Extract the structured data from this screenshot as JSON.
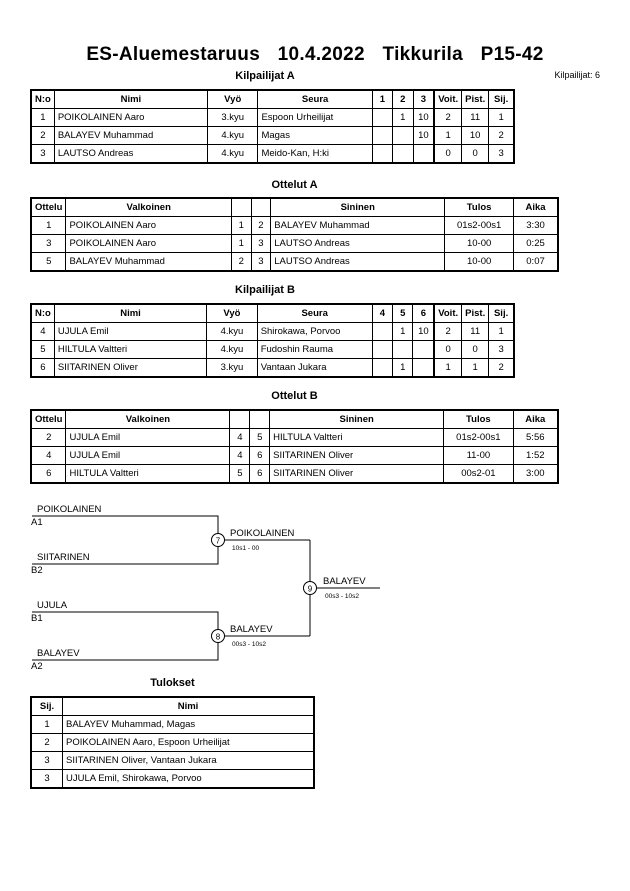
{
  "header": {
    "event": "ES-Aluemestaruus",
    "date": "10.4.2022",
    "place": "Tikkurila",
    "category": "P15-42",
    "competitors_count": "Kilpailijat: 6"
  },
  "pool_a": {
    "title": "Kilpailijat A",
    "columns": [
      "N:o",
      "Nimi",
      "Vyö",
      "Seura",
      "1",
      "2",
      "3",
      "Voit.",
      "Pist.",
      "Sij."
    ],
    "rows": [
      [
        "1",
        "POIKOLAINEN Aaro",
        "3.kyu",
        "Espoon Urheilijat",
        "",
        "1",
        "10",
        "2",
        "11",
        "1"
      ],
      [
        "2",
        "BALAYEV Muhammad",
        "4.kyu",
        "Magas",
        "",
        "",
        "10",
        "1",
        "10",
        "2"
      ],
      [
        "3",
        "LAUTSO Andreas",
        "4.kyu",
        "Meido-Kan, H:ki",
        "",
        "",
        "",
        "0",
        "0",
        "3"
      ]
    ]
  },
  "matches_a": {
    "title": "Ottelut A",
    "columns": [
      "Ottelu",
      "Valkoinen",
      "",
      "",
      "Sininen",
      "Tulos",
      "Aika"
    ],
    "rows": [
      [
        "1",
        "POIKOLAINEN Aaro",
        "1",
        "2",
        "BALAYEV Muhammad",
        "01s2-00s1",
        "3:30"
      ],
      [
        "3",
        "POIKOLAINEN Aaro",
        "1",
        "3",
        "LAUTSO Andreas",
        "10-00",
        "0:25"
      ],
      [
        "5",
        "BALAYEV Muhammad",
        "2",
        "3",
        "LAUTSO Andreas",
        "10-00",
        "0:07"
      ]
    ]
  },
  "pool_b": {
    "title": "Kilpailijat B",
    "columns": [
      "N:o",
      "Nimi",
      "Vyö",
      "Seura",
      "4",
      "5",
      "6",
      "Voit.",
      "Pist.",
      "Sij."
    ],
    "rows": [
      [
        "4",
        "UJULA Emil",
        "4.kyu",
        "Shirokawa, Porvoo",
        "",
        "1",
        "10",
        "2",
        "11",
        "1"
      ],
      [
        "5",
        "HILTULA Valtteri",
        "4.kyu",
        "Fudoshin Rauma",
        "",
        "",
        "",
        "0",
        "0",
        "3"
      ],
      [
        "6",
        "SIITARINEN Oliver",
        "3.kyu",
        "Vantaan Jukara",
        "",
        "1",
        "",
        "1",
        "1",
        "2"
      ]
    ]
  },
  "matches_b": {
    "title": "Ottelut B",
    "columns": [
      "Ottelu",
      "Valkoinen",
      "",
      "",
      "Sininen",
      "Tulos",
      "Aika"
    ],
    "rows": [
      [
        "2",
        "UJULA Emil",
        "4",
        "5",
        "HILTULA Valtteri",
        "01s2-00s1",
        "5:56"
      ],
      [
        "4",
        "UJULA Emil",
        "4",
        "6",
        "SIITARINEN Oliver",
        "11-00",
        "1:52"
      ],
      [
        "6",
        "HILTULA Valtteri",
        "5",
        "6",
        "SIITARINEN Oliver",
        "00s2-01",
        "3:00"
      ]
    ]
  },
  "bracket": {
    "entrants": [
      {
        "name": "POIKOLAINEN",
        "seed": "A1"
      },
      {
        "name": "SIITARINEN",
        "seed": "B2"
      },
      {
        "name": "UJULA",
        "seed": "B1"
      },
      {
        "name": "BALAYEV",
        "seed": "A2"
      }
    ],
    "semis": [
      {
        "match": "7",
        "winner": "POIKOLAINEN",
        "score": "10s1 - 00"
      },
      {
        "match": "8",
        "winner": "BALAYEV",
        "score": "00s3 - 10s2"
      }
    ],
    "final": {
      "match": "9",
      "winner": "BALAYEV",
      "score": "00s3 - 10s2"
    }
  },
  "results": {
    "title": "Tulokset",
    "columns": [
      "Sij.",
      "Nimi"
    ],
    "rows": [
      [
        "1",
        "BALAYEV Muhammad, Magas"
      ],
      [
        "2",
        "POIKOLAINEN Aaro, Espoon Urheilijat"
      ],
      [
        "3",
        "SIITARINEN Oliver, Vantaan Jukara"
      ],
      [
        "3",
        "UJULA Emil, Shirokawa, Porvoo"
      ]
    ]
  }
}
